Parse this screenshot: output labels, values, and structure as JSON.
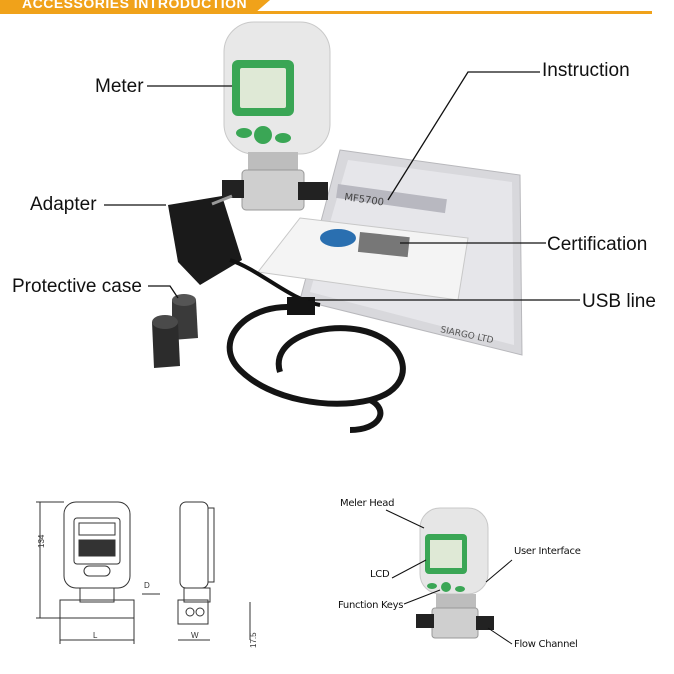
{
  "banner": {
    "title": "ACCESSORIES INTRODUCTION"
  },
  "accessory_labels": {
    "meter": "Meter",
    "adapter": "Adapter",
    "protective_case": "Protective case",
    "instruction": "Instruction",
    "certification": "Certification",
    "usb_line": "USB line"
  },
  "dimensions": {
    "height": "134",
    "depth": "D",
    "length": "L",
    "width": "W",
    "base": "17.5"
  },
  "parts_labels": {
    "meter_head": "Meler Head",
    "lcd": "LCD",
    "function_keys": "Function Keys",
    "user_interface": "User Interface",
    "flow_channel": "Flow Channel"
  },
  "product": {
    "brand": "SIARGO LTD",
    "model": "MF5700"
  },
  "colors": {
    "accent": "#f0a21a",
    "lcd": "#3aa655",
    "body": "#e8e8e8"
  }
}
